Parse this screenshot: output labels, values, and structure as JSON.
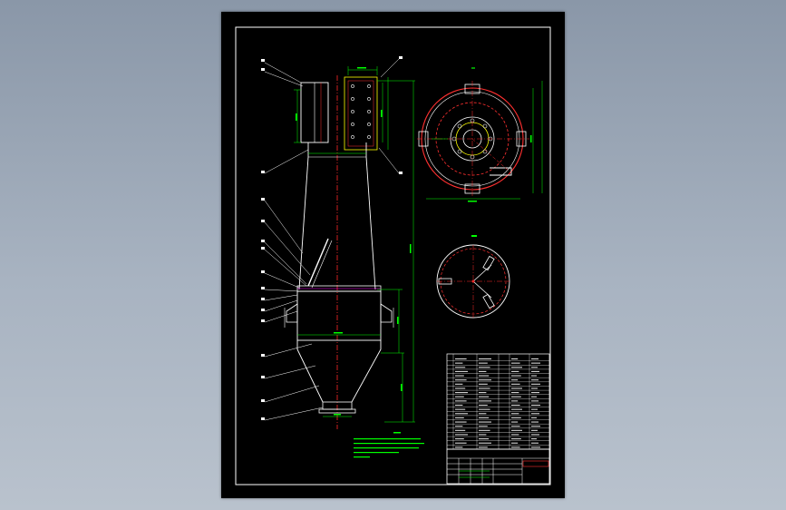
{
  "viewer": {
    "background_top": "#8a97a8",
    "background_bottom": "#b9c2cd"
  },
  "drawing": {
    "description_lines": [],
    "colors": {
      "paper": "#000000",
      "outline": "#ffffff",
      "dimension": "#00ff00",
      "centerline": "#ff2a2a",
      "parts": "#ff3030",
      "flange": "#ffff00",
      "table": "#ffffff",
      "highlight": "#ff00ff"
    },
    "views": [
      "front-elevation",
      "top-view",
      "section-view",
      "bill-of-materials",
      "title-block"
    ],
    "icons": [
      "leader-line-icon",
      "bolt-hole-icon",
      "support-lug-icon"
    ]
  },
  "title_block": {
    "bom_row_count": 22,
    "columns": 5
  }
}
